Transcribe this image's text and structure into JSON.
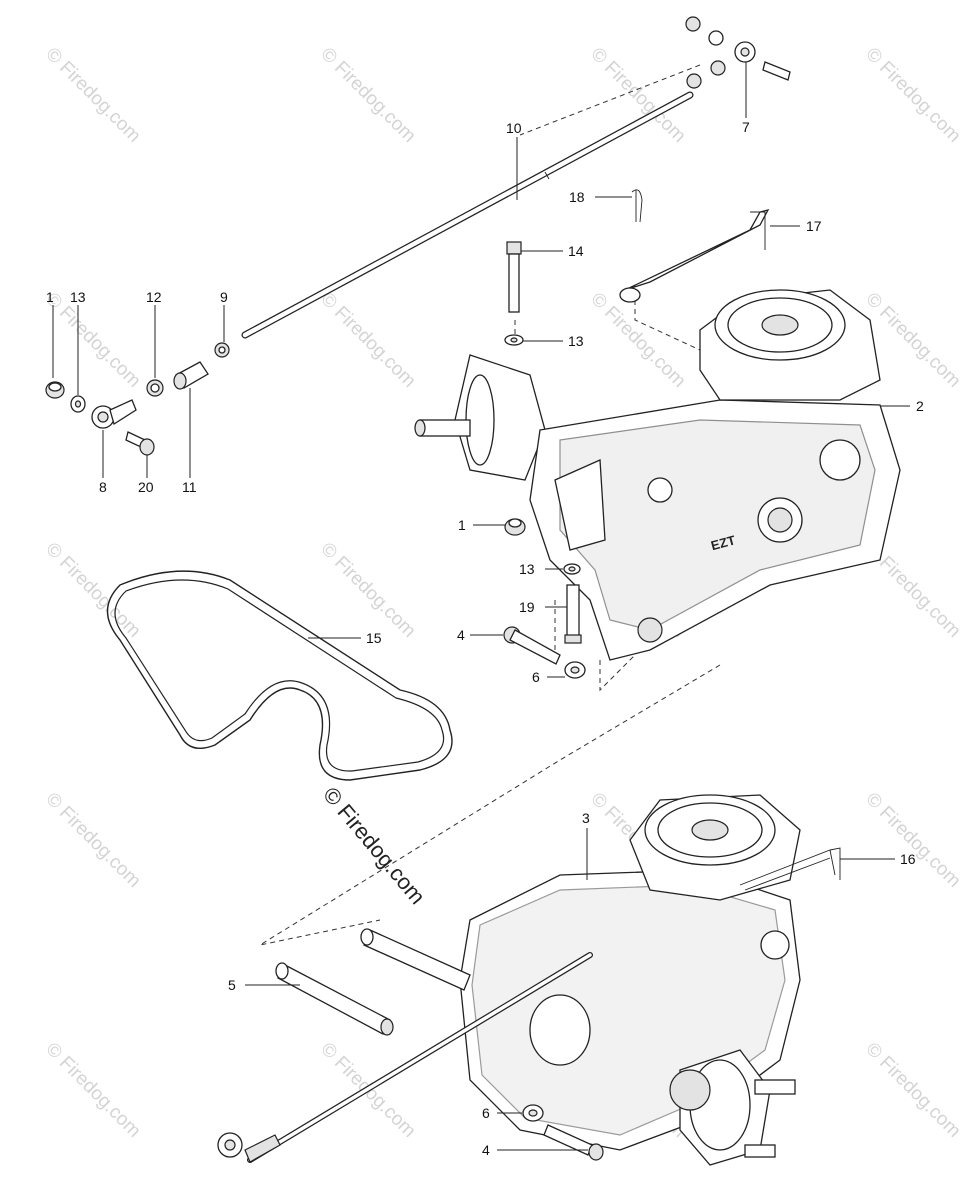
{
  "watermark": {
    "text": "© Firedog.com"
  },
  "callouts": [
    {
      "id": "c1a",
      "label": "1"
    },
    {
      "id": "c13a",
      "label": "13"
    },
    {
      "id": "c12",
      "label": "12"
    },
    {
      "id": "c9",
      "label": "9"
    },
    {
      "id": "c8",
      "label": "8"
    },
    {
      "id": "c20",
      "label": "20"
    },
    {
      "id": "c11",
      "label": "11"
    },
    {
      "id": "c10",
      "label": "10"
    },
    {
      "id": "c7",
      "label": "7"
    },
    {
      "id": "c18",
      "label": "18"
    },
    {
      "id": "c17",
      "label": "17"
    },
    {
      "id": "c14",
      "label": "14"
    },
    {
      "id": "c13b",
      "label": "13"
    },
    {
      "id": "c2",
      "label": "2"
    },
    {
      "id": "c1b",
      "label": "1"
    },
    {
      "id": "c13c",
      "label": "13"
    },
    {
      "id": "c19",
      "label": "19"
    },
    {
      "id": "c4a",
      "label": "4"
    },
    {
      "id": "c6a",
      "label": "6"
    },
    {
      "id": "c15",
      "label": "15"
    },
    {
      "id": "c3",
      "label": "3"
    },
    {
      "id": "c16",
      "label": "16"
    },
    {
      "id": "c5",
      "label": "5"
    },
    {
      "id": "c6b",
      "label": "6"
    },
    {
      "id": "c4b",
      "label": "4"
    }
  ],
  "parts": {
    "belt": "15",
    "transaxle_right": "2",
    "transaxle_left": "3",
    "control_rod": "10",
    "bypass_rod": "17",
    "bypass_rod_left": "16",
    "axle_spacer": "5"
  }
}
